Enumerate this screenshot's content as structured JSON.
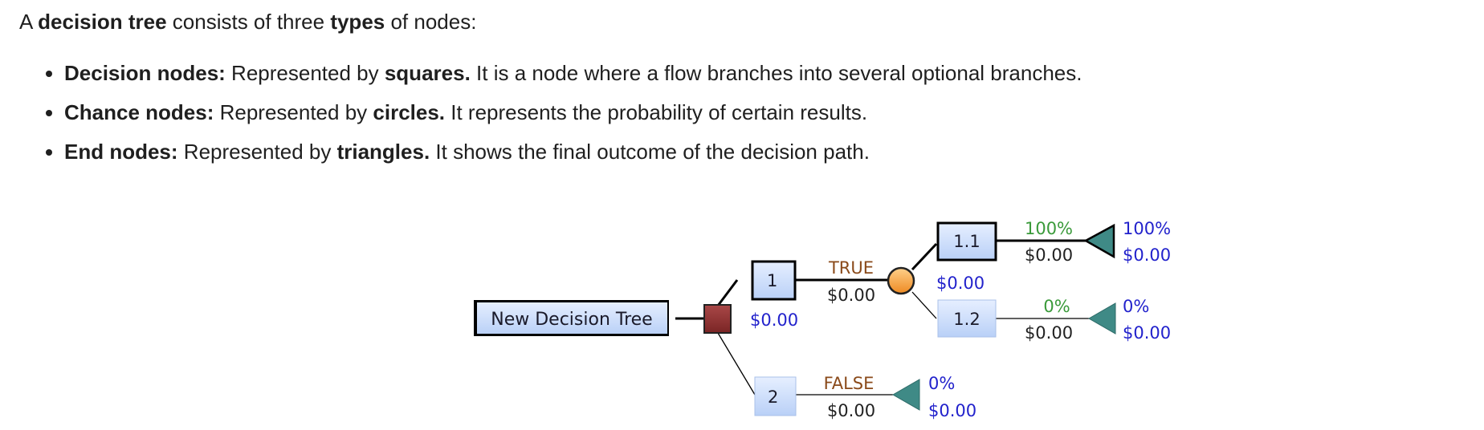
{
  "intro": {
    "p1": "A ",
    "b1": "decision tree",
    "p2": " consists of three ",
    "b2": "types",
    "p3": " of nodes:"
  },
  "bullets": [
    {
      "term": "Decision nodes:",
      "pre": " Represented by ",
      "shape": "squares.",
      "post": " It is a node where a flow branches into several optional branches."
    },
    {
      "term": "Chance nodes:",
      "pre": " Represented by ",
      "shape": "circles.",
      "post": " It represents the probability of certain results."
    },
    {
      "term": "End nodes:",
      "pre": " Represented by ",
      "shape": "triangles.",
      "post": " It shows the final outcome of the decision path."
    }
  ],
  "tree": {
    "root": "New Decision Tree",
    "root_value": "$0.00",
    "node_1": "1",
    "node_2": "2",
    "node_1_1": "1.1",
    "node_1_2": "1.2",
    "branch_true": "TRUE",
    "branch_true_value": "$0.00",
    "chance_value": "$0.00",
    "branch_false": "FALSE",
    "branch_false_value": "$0.00",
    "end_2_prob": "0%",
    "end_2_value": "$0.00",
    "branch_1_1_prob": "100%",
    "branch_1_1_value": "$0.00",
    "end_1_1_prob": "100%",
    "end_1_1_value": "$0.00",
    "branch_1_2_prob": "0%",
    "branch_1_2_value": "$0.00",
    "end_1_2_prob": "0%",
    "end_1_2_value": "$0.00"
  },
  "colors": {
    "decision_node_fill": "#8b2e2e",
    "chance_node_fill": "#f39c3a",
    "end_node_fill": "#3f8a86",
    "node_box_fill": "#c8dcff",
    "probability_green": "#3a9a3a",
    "value_blue": "#2222cc",
    "branch_label_brown": "#8a4a1a"
  }
}
